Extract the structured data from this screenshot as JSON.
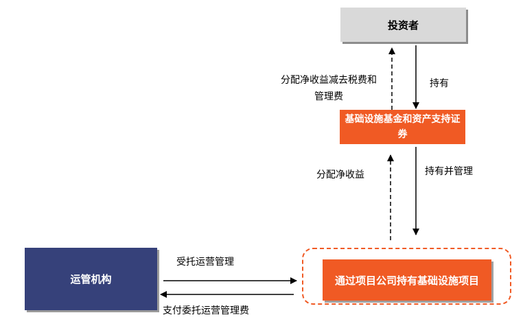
{
  "nodes": {
    "investor": "投资者",
    "fund": "基础设施基金和资产支持证券",
    "operator": "运管机构",
    "project": "通过项目公司持有基础设施项目"
  },
  "edges": {
    "distribute_after_fees": [
      "分配净收益减去税费和",
      "管理费"
    ],
    "hold": "持有",
    "distribute_net": "分配净收益",
    "hold_and_manage": "持有并管理",
    "entrusted_operation": "受托运营管理",
    "pay_fee": "支付委托运营管理费"
  },
  "colors": {
    "orange": "#f05a24",
    "navy": "#36417a",
    "gray": "#d9d9d9"
  }
}
